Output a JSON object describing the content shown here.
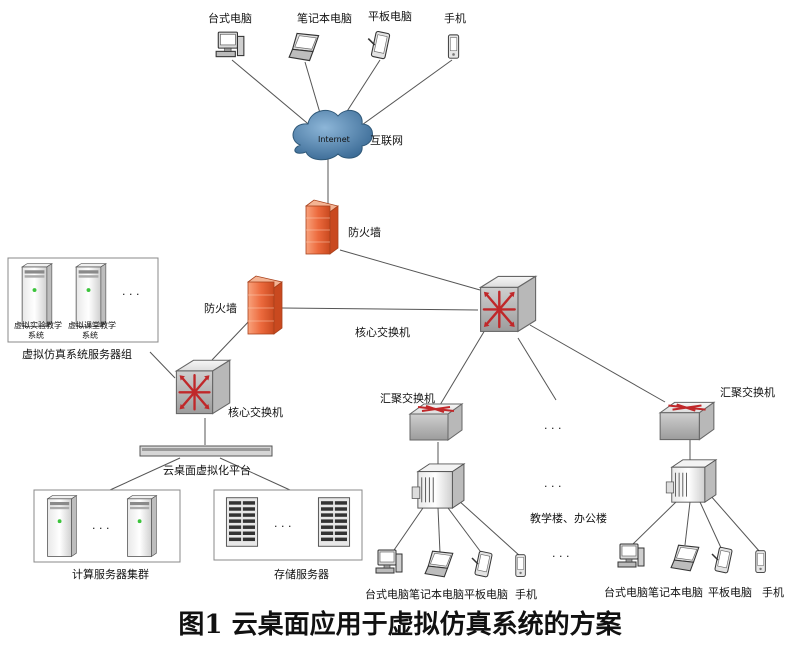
{
  "top": {
    "devices": [
      "台式电脑",
      "笔记本电脑",
      "平板电脑",
      "手机"
    ],
    "cloud_text": "Internet",
    "internet_label": "互联网"
  },
  "firewall_top_label": "防火墙",
  "firewall_left_label": "防火墙",
  "core_switch_main_label": "核心交换机",
  "core_switch_left_label": "核心交换机",
  "server_group": {
    "title": "虚拟仿真系统服务器组",
    "server1": [
      "虚拟实验教学",
      "系统"
    ],
    "server2": [
      "虚拟课堂教学",
      "系统"
    ],
    "ellipsis": "· · ·"
  },
  "platform_label": "云桌面虚拟化平台",
  "compute_cluster": {
    "label": "计算服务器集群",
    "ellipsis": "· · ·"
  },
  "storage": {
    "label": "存储服务器",
    "ellipsis": "· · ·"
  },
  "agg_left_label": "汇聚交换机",
  "agg_right_label": "汇聚交换机",
  "mid": {
    "ellipsis_top": "· · ·",
    "ellipsis_mid": "· · ·",
    "ellipsis_low": "· · ·",
    "building_label": "教学楼、办公楼"
  },
  "bottom_left_devices": [
    "台式电脑",
    "笔记本电脑",
    "平板电脑",
    "手机"
  ],
  "bottom_right_devices": [
    "台式电脑",
    "笔记本电脑",
    "平板电脑",
    "手机"
  ],
  "caption": "图1  云桌面应用于虚拟仿真系统的方案",
  "colors": {
    "cloud": "#4d7fab",
    "firewall": "#e8643a",
    "switch_arrow": "#c0282a"
  }
}
